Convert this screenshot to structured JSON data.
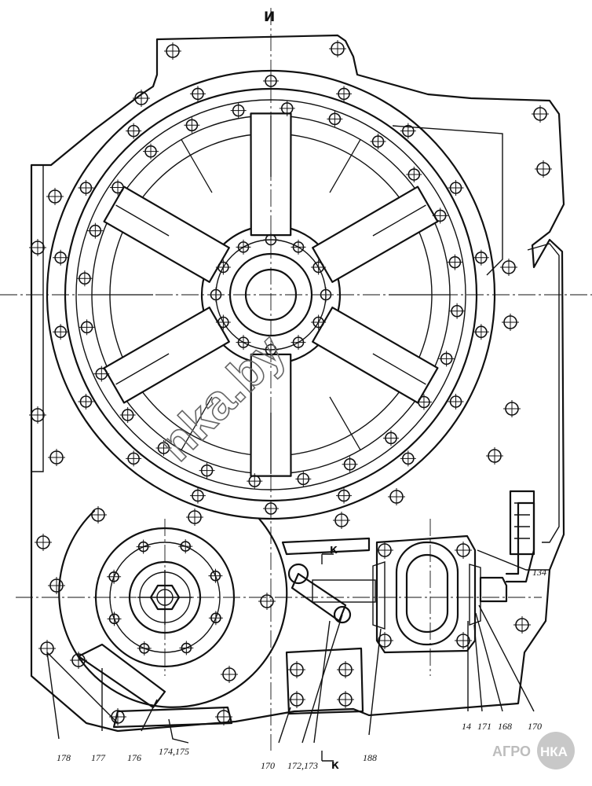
{
  "section_marks": {
    "top": "И",
    "k_upper": "К",
    "k_lower": "К"
  },
  "callouts": [
    {
      "id": "c134",
      "text": "134"
    },
    {
      "id": "c14",
      "text": "14"
    },
    {
      "id": "c171",
      "text": "171"
    },
    {
      "id": "c168a",
      "text": "168"
    },
    {
      "id": "c170a",
      "text": "170"
    },
    {
      "id": "c188",
      "text": "188"
    },
    {
      "id": "c172",
      "text": "172,173"
    },
    {
      "id": "c170b",
      "text": "170"
    },
    {
      "id": "c174",
      "text": "174,175"
    },
    {
      "id": "c176",
      "text": "176"
    },
    {
      "id": "c177",
      "text": "177"
    },
    {
      "id": "c178",
      "text": "178"
    }
  ],
  "watermark": {
    "diagonal": "nka.by",
    "logo_left": "АГРО",
    "logo_right": "НКА"
  }
}
